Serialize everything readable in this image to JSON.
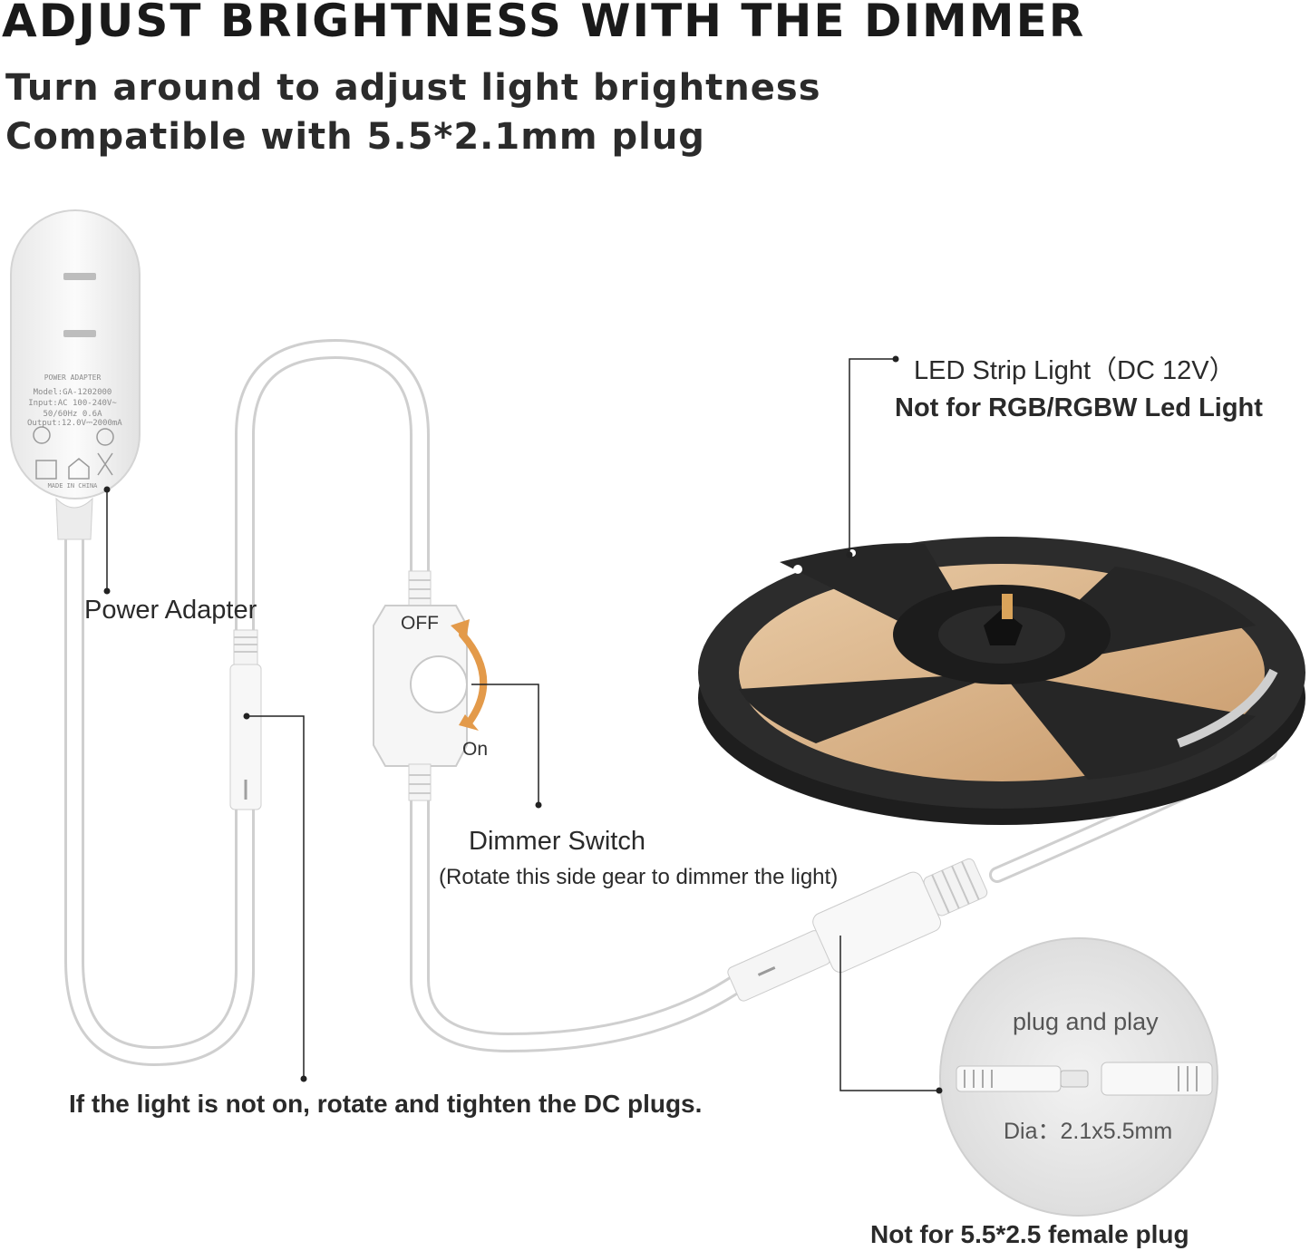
{
  "header": {
    "title": "ADJUST BRIGHTNESS WITH THE DIMMER",
    "line1": "Turn around to adjust light brightness",
    "line2": "Compatible with 5.5*2.1mm plug"
  },
  "labels": {
    "power_adapter": "Power Adapter",
    "off": "OFF",
    "on": "On",
    "dimmer_switch": "Dimmer Switch",
    "dimmer_note": "(Rotate this side gear to dimmer the light)",
    "led_strip": "LED Strip Light（DC 12V）",
    "not_rgb": "Not for RGB/RGBW Led Light",
    "tighten_note": "If the light is not on, rotate and tighten the DC plugs.",
    "plug_and_play": "plug and play",
    "dia": "Dia：2.1x5.5mm",
    "not_female": "Not for 5.5*2.5 female plug"
  },
  "adapter_print": {
    "brand": "POWER ADAPTER",
    "model": "Model:GA-1202000",
    "input": "Input:AC 100-240V~",
    "freq": "50/60Hz 0.6A",
    "output": "Output:12.0V⎓2000mA",
    "origin": "MADE IN CHINA"
  },
  "colors": {
    "arrow_orange": "#e39a4a",
    "reel_dark": "#262626",
    "strip_warm": "#d9b38a"
  }
}
